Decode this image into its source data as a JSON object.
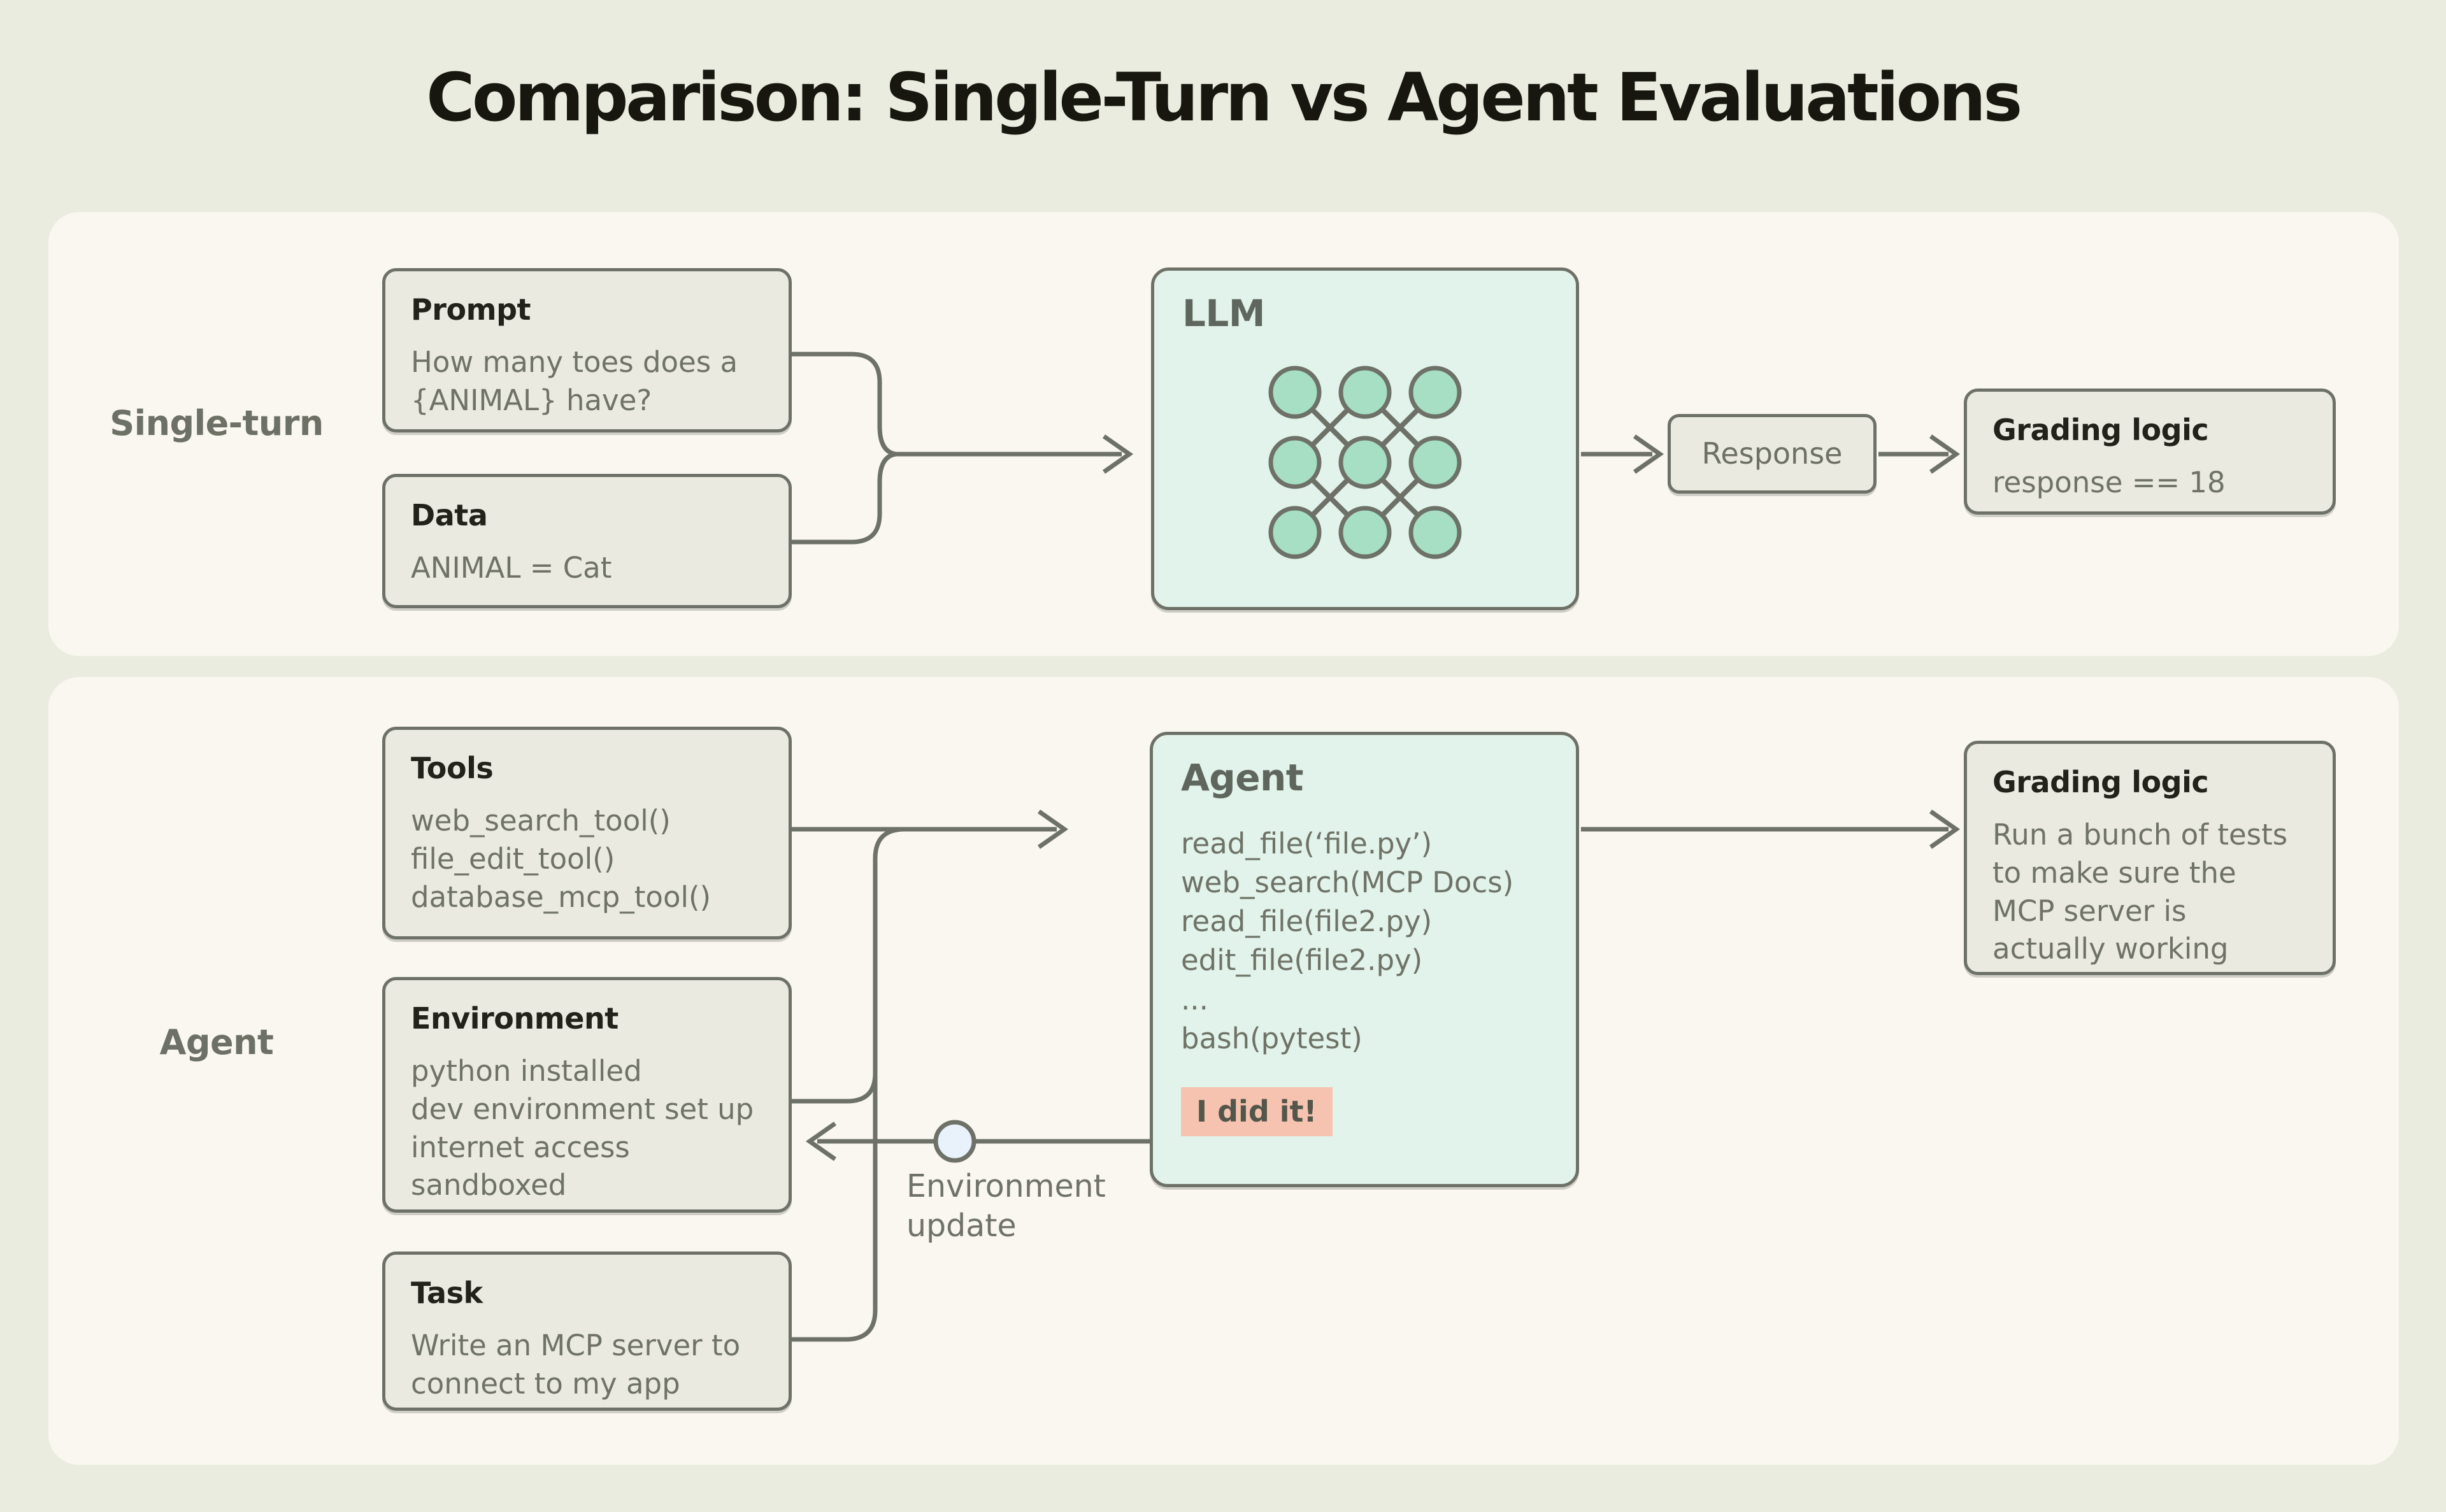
{
  "title": "Comparison: Single-Turn vs Agent Evaluations",
  "sections": {
    "single_turn": {
      "label": "Single-turn",
      "prompt": {
        "title": "Prompt",
        "body": "How many toes does a {ANIMAL} have?"
      },
      "data": {
        "title": "Data",
        "body": "ANIMAL = Cat"
      },
      "llm": {
        "title": "LLM"
      },
      "response": {
        "label": "Response"
      },
      "grading": {
        "title": "Grading logic",
        "body": "response == 18"
      }
    },
    "agent": {
      "label": "Agent",
      "tools": {
        "title": "Tools",
        "lines": [
          "web_search_tool()",
          "file_edit_tool()",
          "database_mcp_tool()"
        ]
      },
      "environment": {
        "title": "Environment",
        "lines": [
          "python installed",
          "dev environment set up",
          "internet access",
          "sandboxed"
        ]
      },
      "task": {
        "title": "Task",
        "body": "Write an MCP server to connect to my app"
      },
      "agent_box": {
        "title": "Agent",
        "steps": [
          "read_file(‘file.py’)",
          "web_search(MCP Docs)",
          "read_file(file2.py)",
          "edit_file(file2.py)",
          "...",
          "bash(pytest)"
        ],
        "result": "I did it!"
      },
      "environment_update": {
        "label": "Environment update"
      },
      "grading": {
        "title": "Grading logic",
        "body": "Run a bunch of tests to make sure the MCP server is actually working"
      }
    }
  },
  "colors": {
    "page_background": "#ebece0",
    "panel_background": "#f9f7ef",
    "box_fill": "#eaeae0",
    "mint_fill": "#e1f3ea",
    "node_fill": "#a6dfc4",
    "line_and_border": "#6d7167",
    "title_text": "#17170f",
    "box_title_text": "#22221a",
    "body_text": "#6f7267",
    "section_label_text": "#6d7064",
    "highlight_chip": "#f6c3b0",
    "update_node_fill": "#e9f1fb"
  }
}
